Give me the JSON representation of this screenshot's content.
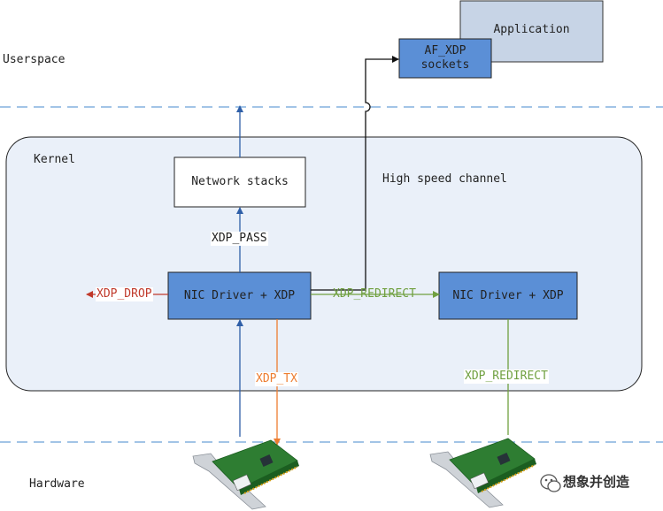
{
  "zones": {
    "userspace": "Userspace",
    "kernel": "Kernel",
    "hardware": "Hardware"
  },
  "boxes": {
    "application": "Application",
    "af_xdp_line1": "AF_XDP",
    "af_xdp_line2": "sockets",
    "network_stacks": "Network stacks",
    "nic_driver_left": "NIC Driver + XDP",
    "nic_driver_right": "NIC Driver + XDP"
  },
  "flows": {
    "high_speed_channel": "High speed channel",
    "xdp_pass": "XDP_PASS",
    "xdp_drop": "XDP_DROP",
    "xdp_redirect_mid": "XDP_REDIRECT",
    "xdp_tx": "XDP_TX",
    "xdp_redirect_right": "XDP_REDIRECT"
  },
  "watermark": {
    "icon": "wechat-icon",
    "text": "想象并创造"
  },
  "colors": {
    "blue_arrow": "#2f5fa8",
    "red_arrow": "#c0392b",
    "orange_arrow": "#ed7d31",
    "green_arrow": "#70a040",
    "box_blue": "#5b8fd6",
    "kernel_fill": "#eaf0f9",
    "application_fill": "#c7d4e6",
    "dashed_line": "#6aa0d8"
  }
}
